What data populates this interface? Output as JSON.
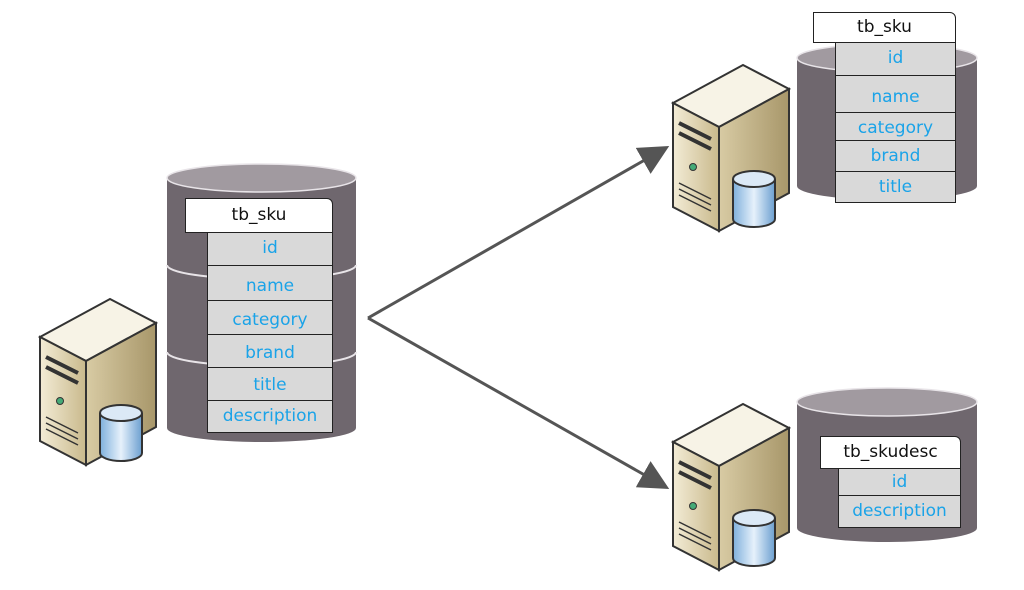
{
  "colors": {
    "field_text": "#1aa3e8",
    "cylinder": "#6f676e",
    "cylinder_top": "#a19aa0",
    "arrow": "#555555",
    "row_fill": "#d9d9d9"
  },
  "source": {
    "table": "tb_sku",
    "fields": [
      "id",
      "name",
      "category",
      "brand",
      "title",
      "description"
    ]
  },
  "target_top": {
    "table": "tb_sku",
    "fields": [
      "id",
      "name",
      "category",
      "brand",
      "title"
    ]
  },
  "target_bottom": {
    "table": "tb_skudesc",
    "fields": [
      "id",
      "description"
    ]
  },
  "icons": [
    "server-icon",
    "database-icon",
    "arrow-icon"
  ]
}
